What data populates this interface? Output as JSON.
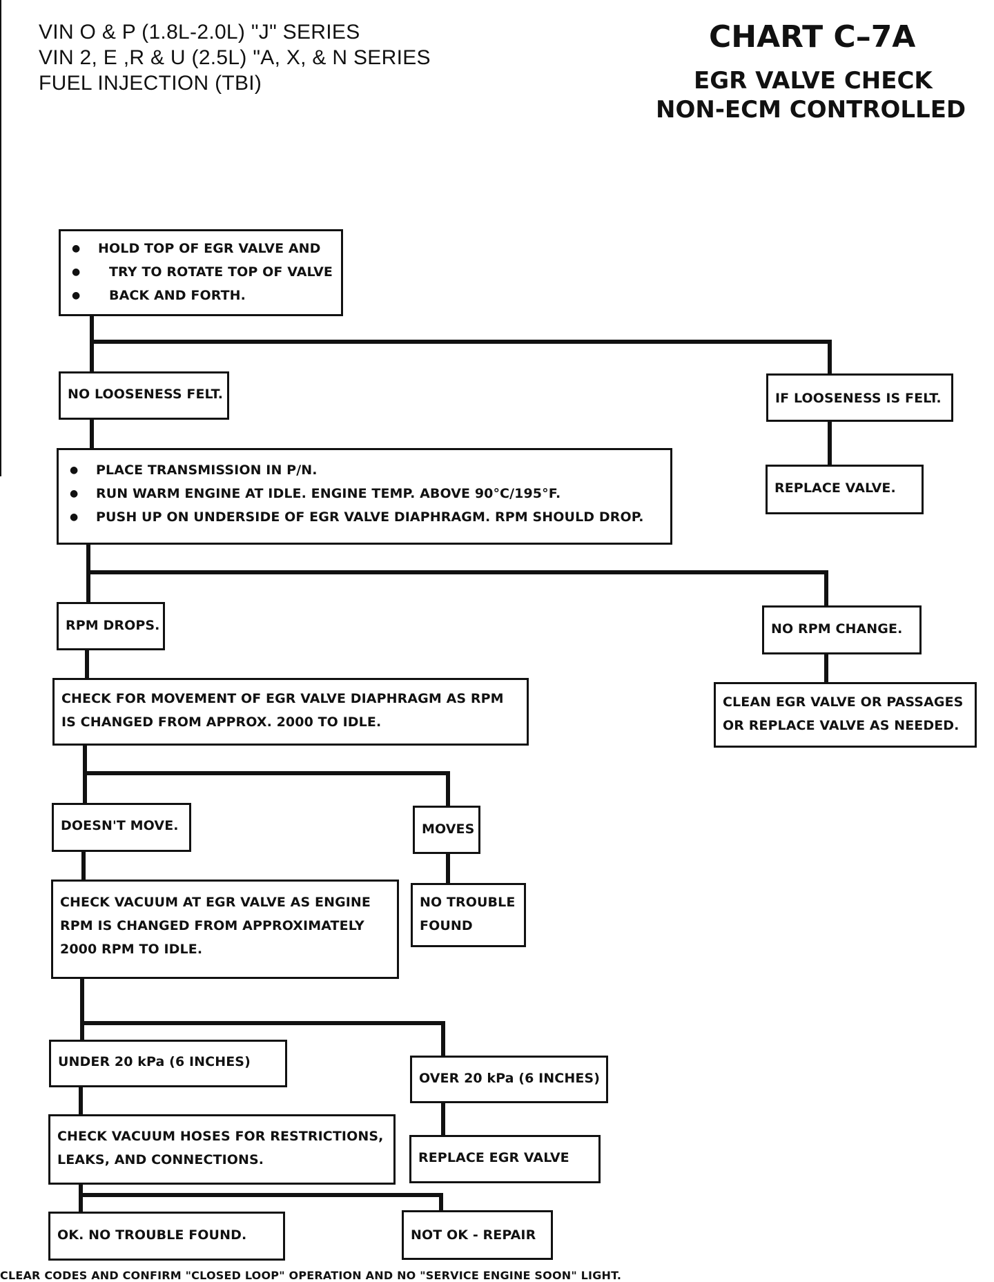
{
  "header": {
    "lines": [
      "VIN O & P (1.8L-2.0L) \"J\" SERIES",
      "VIN 2, E ,R & U (2.5L) \"A, X, & N SERIES",
      "FUEL INJECTION (TBI)"
    ]
  },
  "chart": {
    "title": "CHART C–7A",
    "subtitle_1": "EGR VALVE CHECK",
    "subtitle_2": "NON-ECM CONTROLLED"
  },
  "nodes": {
    "step1": {
      "bullets": [
        "HOLD TOP OF EGR VALVE AND",
        "TRY TO ROTATE TOP OF VALVE",
        "BACK AND FORTH."
      ]
    },
    "no_looseness": "NO LOOSENESS FELT.",
    "if_looseness": "IF LOOSENESS IS FELT.",
    "replace_valve": "REPLACE VALVE.",
    "step2": {
      "bullets": [
        "PLACE TRANSMISSION IN P/N.",
        "RUN WARM ENGINE AT IDLE. ENGINE TEMP. ABOVE 90°C/195°F.",
        "PUSH UP ON UNDERSIDE OF EGR VALVE DIAPHRAGM.  RPM SHOULD DROP."
      ]
    },
    "rpm_drops": "RPM DROPS.",
    "no_rpm_change": "NO RPM CHANGE.",
    "clean_egr": [
      "CLEAN EGR VALVE OR PASSAGES",
      "OR REPLACE VALVE AS NEEDED."
    ],
    "check_movement": [
      "CHECK FOR MOVEMENT OF EGR VALVE DIAPHRAGM AS RPM",
      "IS CHANGED FROM APPROX. 2000 TO IDLE."
    ],
    "doesnt_move": "DOESN'T MOVE.",
    "moves": "MOVES",
    "check_vacuum": [
      "CHECK VACUUM AT EGR VALVE AS ENGINE",
      "RPM IS CHANGED FROM APPROXIMATELY",
      "2000 RPM TO IDLE."
    ],
    "no_trouble_found": [
      "NO TROUBLE",
      "FOUND"
    ],
    "under_20": "UNDER 20 kPa (6 INCHES)",
    "over_20": "OVER 20 kPa (6 INCHES)",
    "check_hoses": [
      "CHECK VACUUM HOSES FOR RESTRICTIONS,",
      "LEAKS, AND CONNECTIONS."
    ],
    "replace_egr_valve": "REPLACE EGR VALVE",
    "ok_no_trouble": "OK.  NO TROUBLE FOUND.",
    "not_ok_repair": "NOT OK - REPAIR"
  },
  "footer": "CLEAR CODES AND CONFIRM \"CLOSED LOOP\" OPERATION AND NO \"SERVICE ENGINE SOON\" LIGHT."
}
